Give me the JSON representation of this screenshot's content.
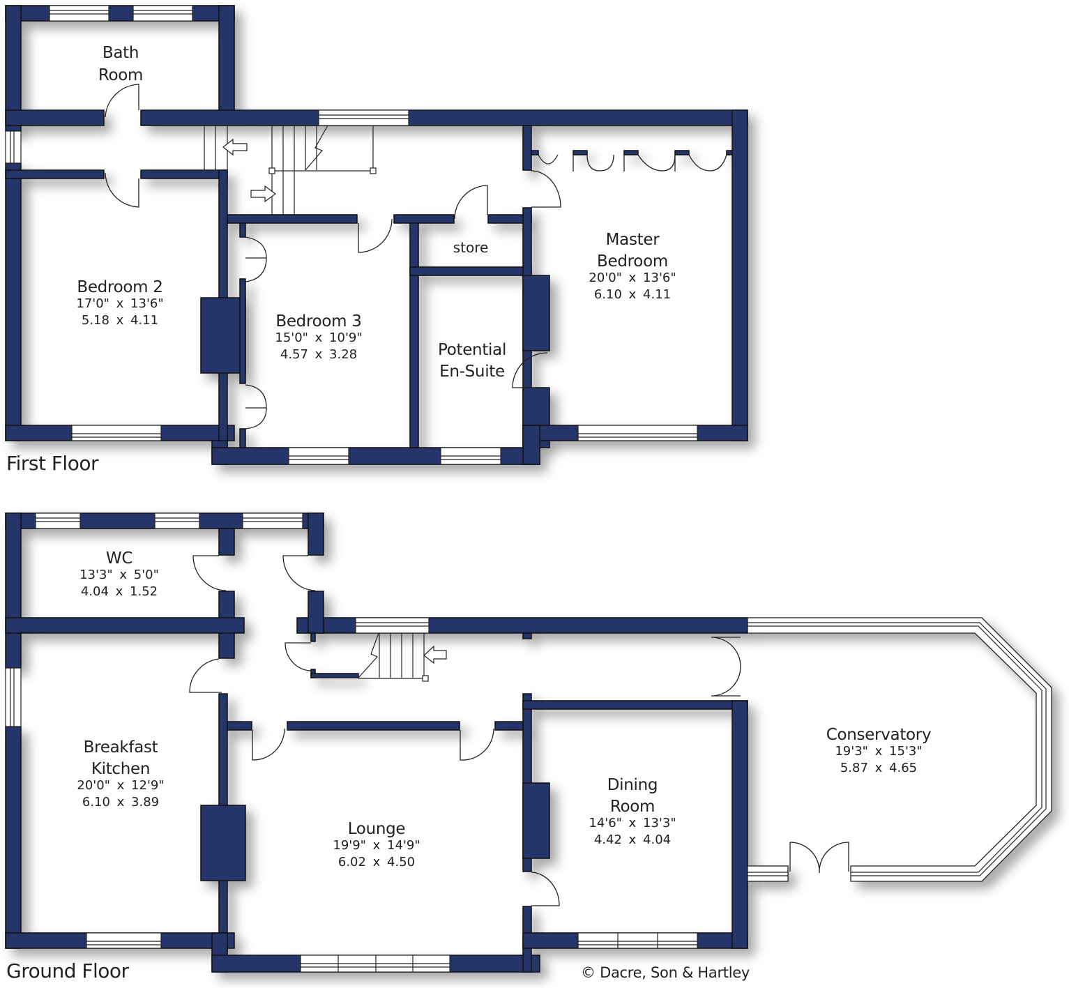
{
  "floors": [
    {
      "title": "First Floor",
      "rooms": [
        {
          "name": "Bath\nRoom",
          "name_lines": [
            "Bath",
            "Room"
          ],
          "imperial": "",
          "metric": ""
        },
        {
          "name_lines": [
            "Bedroom 2"
          ],
          "imperial": "17'0\" x 13'6\"",
          "metric": "5.18 x 4.11"
        },
        {
          "name_lines": [
            "Bedroom 3"
          ],
          "imperial": "15'0\" x 10'9\"",
          "metric": "4.57 x 3.28"
        },
        {
          "name_lines": [
            "store"
          ],
          "imperial": "",
          "metric": ""
        },
        {
          "name_lines": [
            "Potential",
            "En-Suite"
          ],
          "imperial": "",
          "metric": ""
        },
        {
          "name_lines": [
            "Master",
            "Bedroom"
          ],
          "imperial": "20'0\" x 13'6\"",
          "metric": "6.10 x 4.11"
        }
      ]
    },
    {
      "title": "Ground Floor",
      "rooms": [
        {
          "name_lines": [
            "WC"
          ],
          "imperial": "13'3\" x 5'0\"",
          "metric": "4.04 x 1.52"
        },
        {
          "name_lines": [
            "Breakfast",
            "Kitchen"
          ],
          "imperial": "20'0\" x 12'9\"",
          "metric": "6.10 x 3.89"
        },
        {
          "name_lines": [
            "Lounge"
          ],
          "imperial": "19'9\" x 14'9\"",
          "metric": "6.02 x 4.50"
        },
        {
          "name_lines": [
            "Dining",
            "Room"
          ],
          "imperial": "14'6\" x 13'3\"",
          "metric": "4.42 x 4.04"
        },
        {
          "name_lines": [
            "Conservatory"
          ],
          "imperial": "19'3\" x 15'3\"",
          "metric": "5.87 x 4.65"
        }
      ]
    }
  ],
  "copyright": "© Dacre, Son & Hartley",
  "colors": {
    "wall": "#25356a",
    "background": "#ffffff",
    "text": "#222222"
  }
}
